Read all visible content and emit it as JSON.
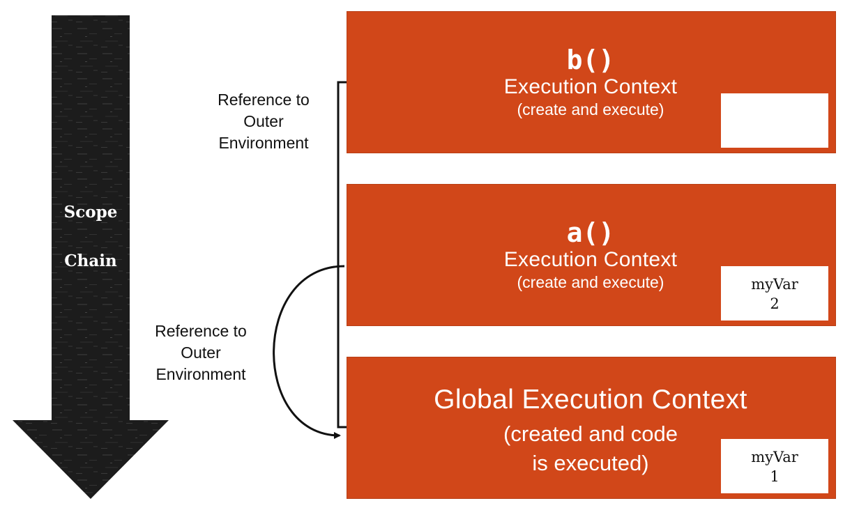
{
  "scope_chain": {
    "label_line1": "Scope",
    "label_line2": "Chain"
  },
  "references": [
    {
      "line1": "Reference to",
      "line2": "Outer",
      "line3": "Environment"
    },
    {
      "line1": "Reference to",
      "line2": "Outer",
      "line3": "Environment"
    }
  ],
  "contexts": {
    "b": {
      "function_name": "b()",
      "title": "Execution Context",
      "subtitle": "(create and execute)",
      "variable": {
        "name": "",
        "value": ""
      }
    },
    "a": {
      "function_name": "a()",
      "title": "Execution Context",
      "subtitle": "(create and execute)",
      "variable": {
        "name": "myVar",
        "value": "2"
      }
    },
    "global": {
      "title": "Global Execution Context",
      "subtitle_line1": "(created and code",
      "subtitle_line2": "is executed)",
      "variable": {
        "name": "myVar",
        "value": "1"
      }
    }
  },
  "colors": {
    "context_fill": "#d14719",
    "arrow_fill": "#1c1c1c",
    "text_light": "#ffffff",
    "text_dark": "#111111"
  }
}
